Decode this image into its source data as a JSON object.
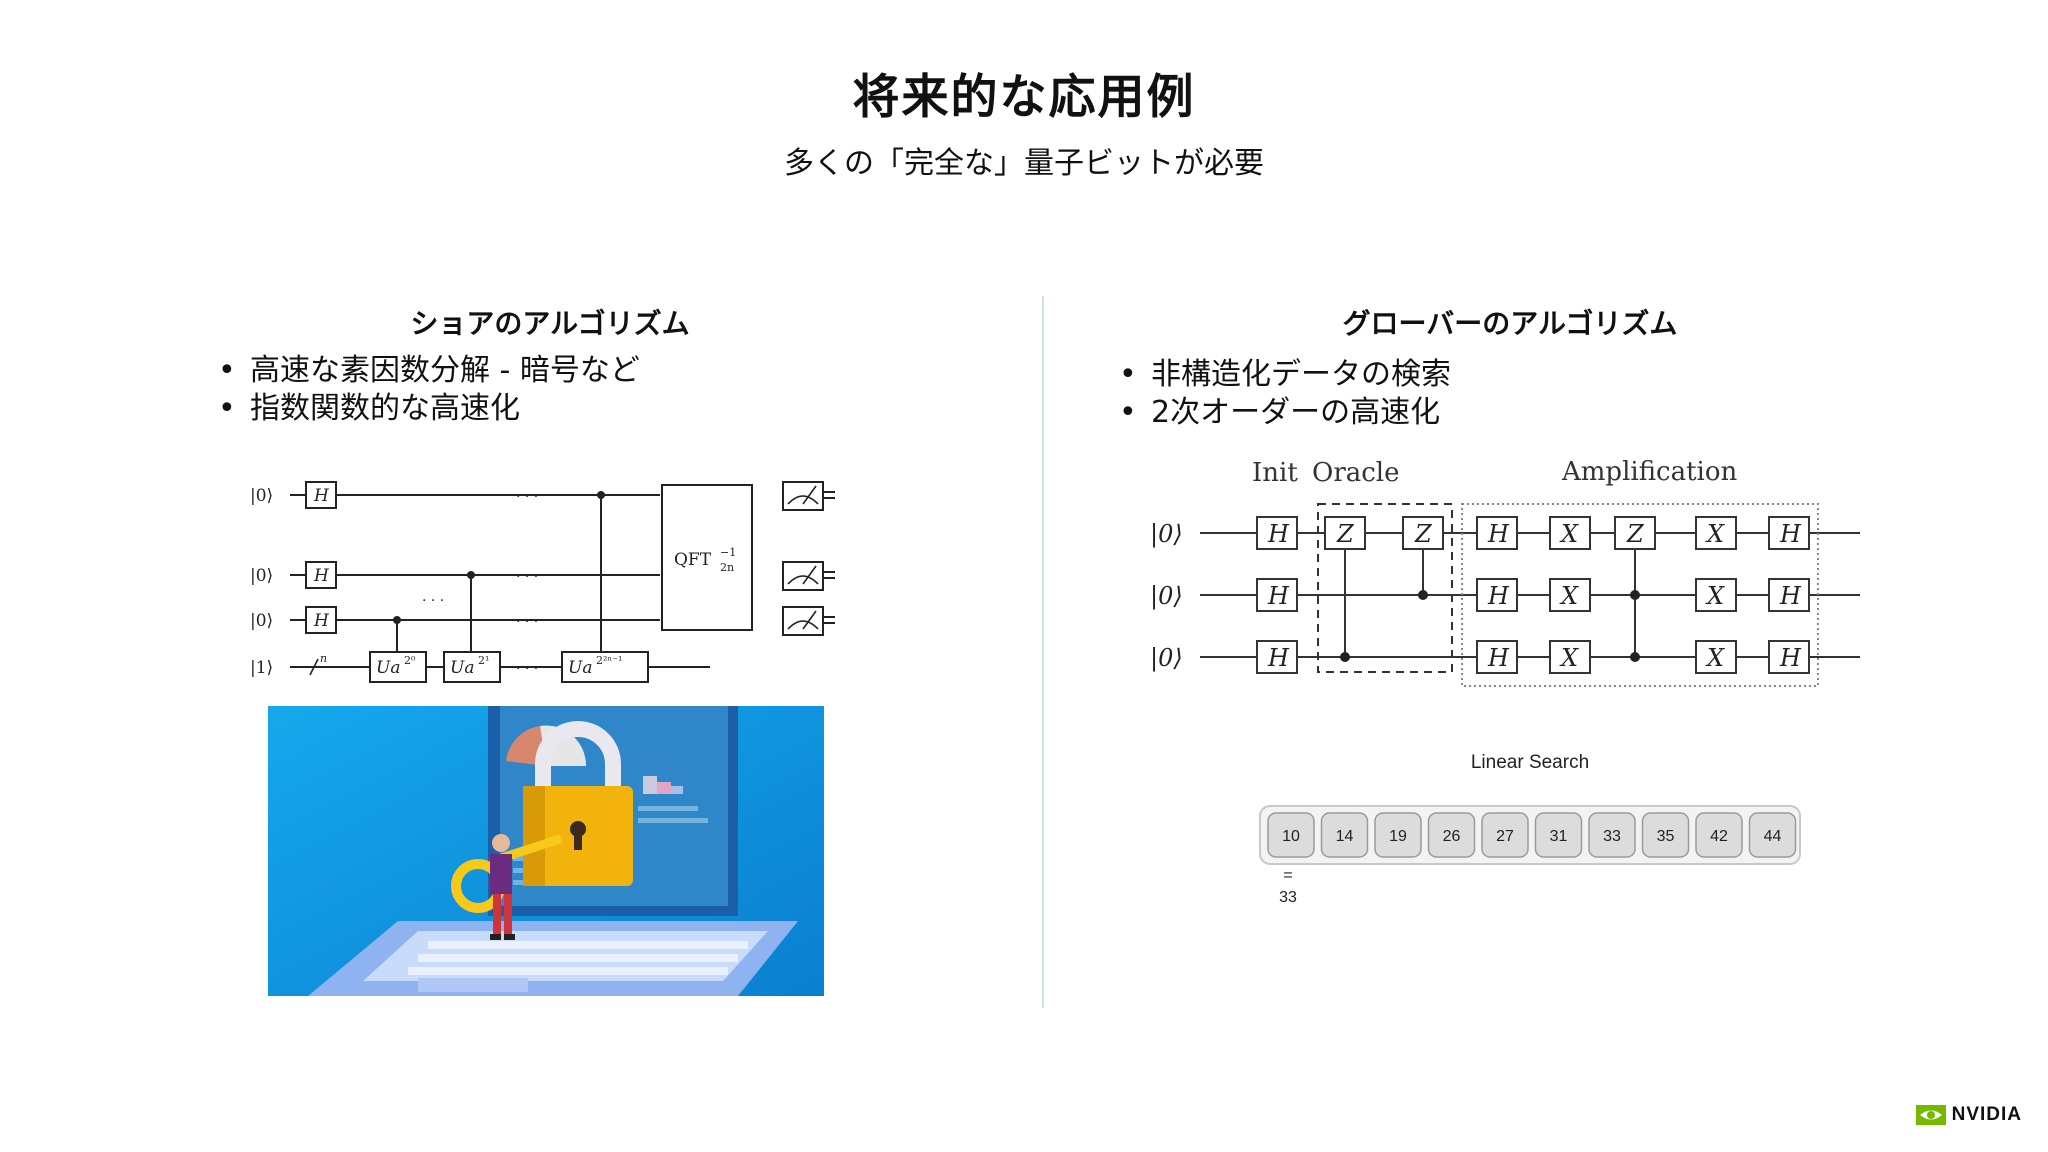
{
  "slide": {
    "title": "将来的な応用例",
    "subtitle": "多くの「完全な」量子ビットが必要"
  },
  "left": {
    "heading": "ショアのアルゴリズム",
    "bullets": [
      "高速な素因数分解 - 暗号など",
      "指数関数的な高速化"
    ],
    "circuit": {
      "inputs": [
        "|0⟩",
        "|0⟩",
        "|0⟩",
        "|1⟩"
      ],
      "gate_h": "H",
      "u_gates": [
        "Ua",
        "Ua",
        "Ua"
      ],
      "u_exponents": [
        "2⁰",
        "2¹",
        "2²ⁿ⁻¹"
      ],
      "qft_label": "QFT",
      "qft_superscript": "−1",
      "qft_subscript": "2n",
      "n_label": "n",
      "dots": "· · ·"
    }
  },
  "right": {
    "heading": "グローバーのアルゴリズム",
    "bullets": [
      "非構造化データの検索",
      "2次オーダーの高速化"
    ],
    "circuit": {
      "label_init": "Init",
      "label_oracle": "Oracle",
      "label_amplification": "Amplification",
      "inputs": [
        "|0⟩",
        "|0⟩",
        "|0⟩"
      ],
      "gate_h": "H",
      "gate_x": "X",
      "gate_z": "Z"
    },
    "linear_search": {
      "title": "Linear Search",
      "values": [
        "10",
        "14",
        "19",
        "26",
        "27",
        "31",
        "33",
        "35",
        "42",
        "44"
      ],
      "compare_symbol": "=",
      "target": "33"
    }
  },
  "footer": {
    "logo_text": "NVIDIA"
  },
  "colors": {
    "illustration_bg": "#0b8fd9",
    "padlock": "#f2b40c",
    "nvidia_green": "#76b900",
    "divider": "#cfe3dc"
  }
}
